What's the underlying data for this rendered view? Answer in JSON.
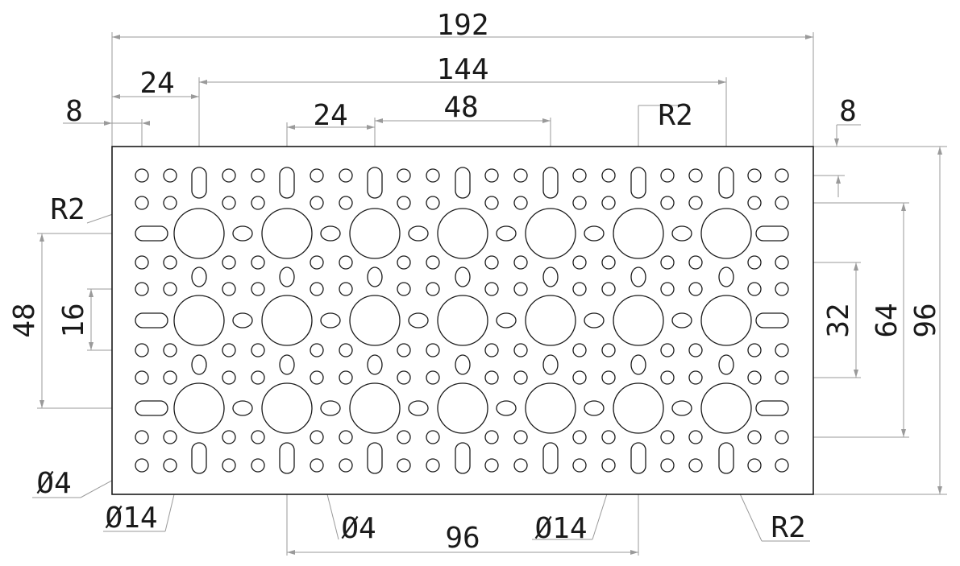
{
  "drawing": {
    "plate": {
      "width_mm": 192,
      "height_mm": 96
    },
    "dimensions": {
      "overall_width": "192",
      "slot_span": "144",
      "left_slot_offset": "24",
      "left_hole_offset": "8",
      "slot_pitch": "24",
      "large_hole_pitch": "48",
      "right_edge_offset": "8",
      "bottom_span": "96",
      "row_spacing_large": "48",
      "small_hole_row_spacing": "16",
      "right_32": "32",
      "right_64": "64",
      "overall_height": "96"
    },
    "callouts": {
      "slot_radius_top": "R2",
      "slot_radius_left": "R2",
      "slot_radius_bottom": "R2",
      "small_hole_left": "Ø4",
      "small_hole_bottom": "Ø4",
      "large_hole_left": "Ø14",
      "large_hole_bottom": "Ø14"
    }
  }
}
